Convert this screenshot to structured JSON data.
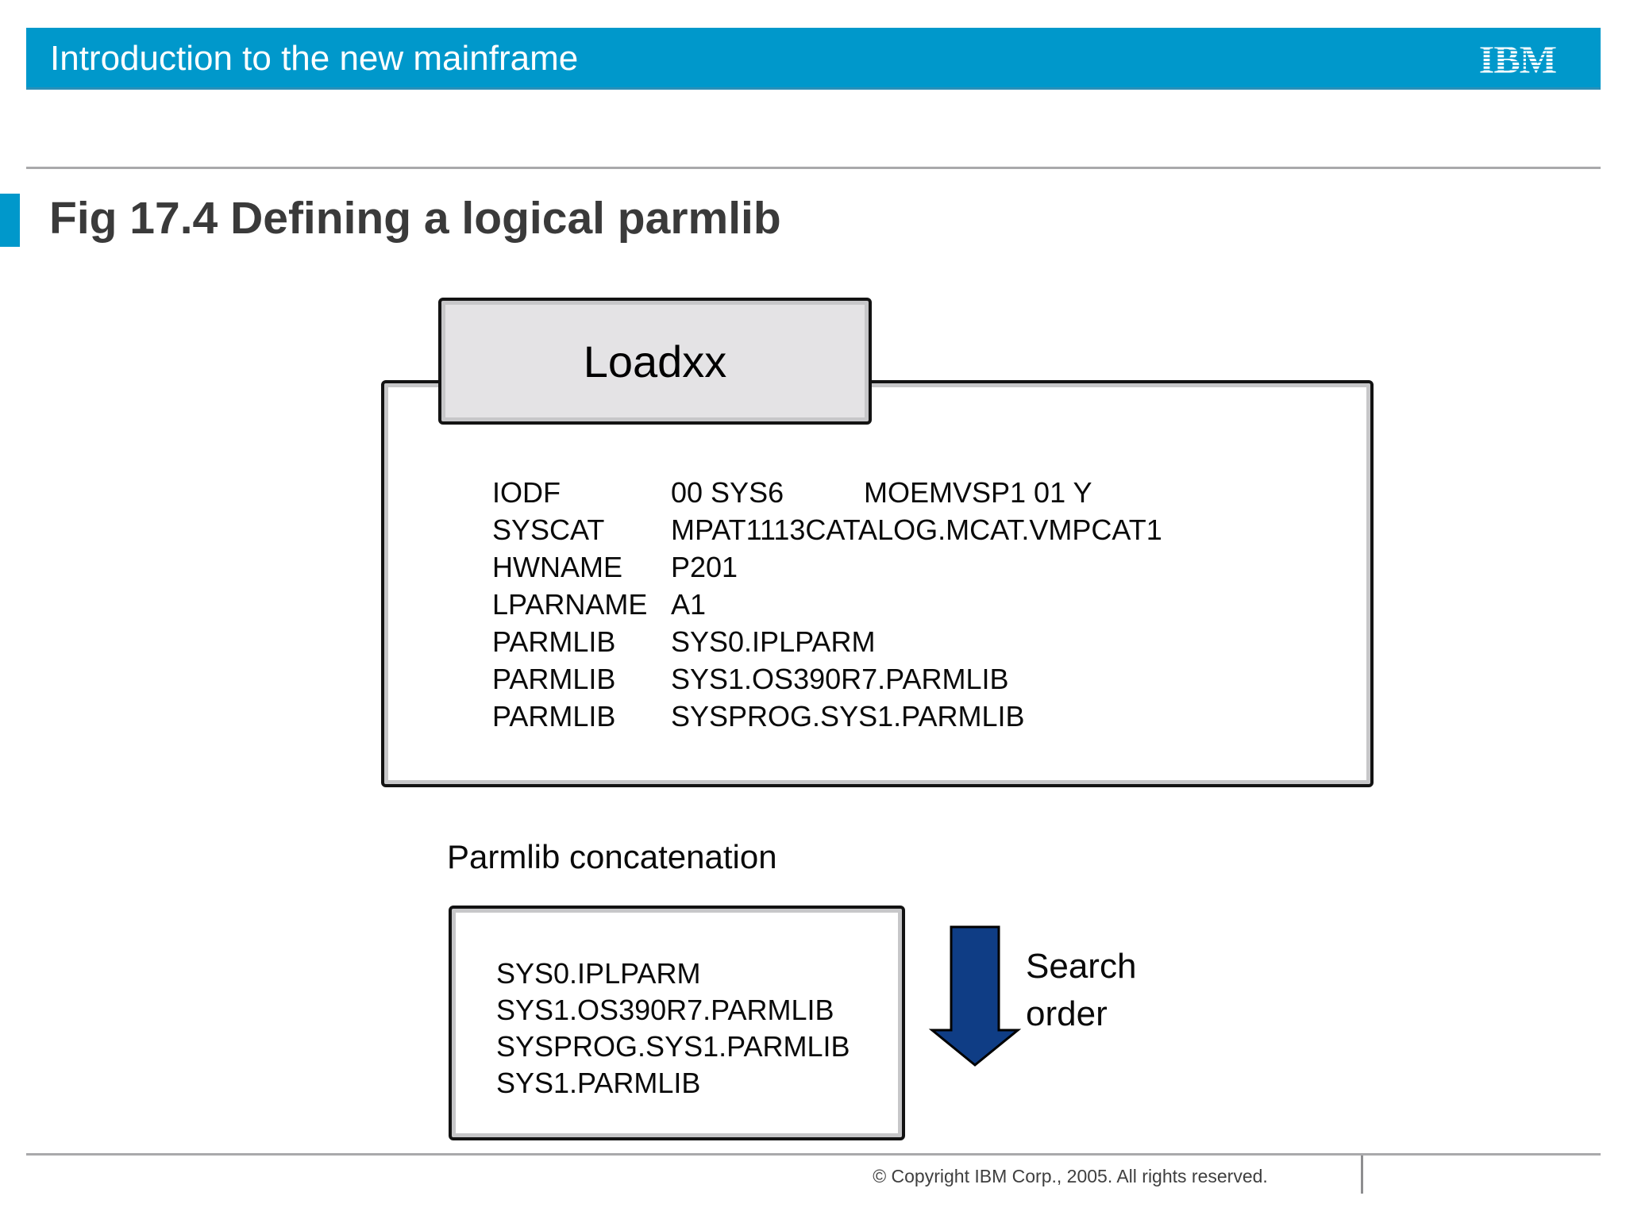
{
  "colors": {
    "header_blue": "#0098cb",
    "arrow_navy": "#0f3d85",
    "box_border": "#131313",
    "inner_line": "#c7c7c9",
    "loadxx_fill": "#e4e3e5",
    "title_gray": "#3a3a3a",
    "rule_gray": "#a9a9ab",
    "footer_gray": "#3f3f3f"
  },
  "header": {
    "title": "Introduction to the new mainframe",
    "logo_text": "IBM"
  },
  "slide": {
    "title": "Fig 17.4 Defining a logical parmlib"
  },
  "loadxx": {
    "label": "Loadxx"
  },
  "config": {
    "rows": [
      {
        "label": "IODF",
        "value": "00 SYS6",
        "extra": "MOEMVSP1 01 Y"
      },
      {
        "label": "SYSCAT",
        "value": "MPAT1113CATALOG.MCAT.VMPCAT1",
        "extra": ""
      },
      {
        "label": "HWNAME",
        "value": "P201",
        "extra": ""
      },
      {
        "label": "LPARNAME",
        "value": "A1",
        "extra": ""
      },
      {
        "label": "PARMLIB",
        "value": "SYS0.IPLPARM",
        "extra": ""
      },
      {
        "label": "PARMLIB",
        "value": "SYS1.OS390R7.PARMLIB",
        "extra": ""
      },
      {
        "label": "PARMLIB",
        "value": "SYSPROG.SYS1.PARMLIB",
        "extra": ""
      }
    ]
  },
  "concatenation": {
    "label": "Parmlib concatenation",
    "items": [
      "SYS0.IPLPARM",
      "SYS1.OS390R7.PARMLIB",
      "SYSPROG.SYS1.PARMLIB",
      "SYS1.PARMLIB"
    ]
  },
  "search": {
    "label": "Search order"
  },
  "footer": {
    "copyright": "© Copyright IBM Corp., 2005. All rights reserved."
  }
}
